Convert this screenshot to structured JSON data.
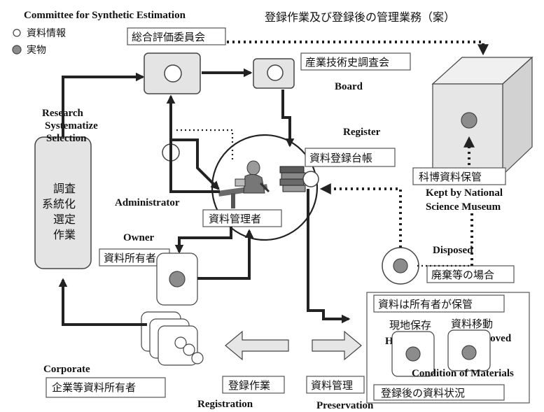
{
  "title": "登録作業及び登録後の管理業務（案）",
  "legend": {
    "header": "Committee for Synthetic Estimation",
    "info_label": "資料情報",
    "object_label": "実物"
  },
  "committee": {
    "jp": "総合評価委員会"
  },
  "board": {
    "jp": "産業技術史調査会",
    "en": "Board"
  },
  "research": {
    "en_lines": [
      "Research",
      "Systematize",
      "Selection"
    ],
    "jp_lines": [
      "調査",
      "系統化",
      "選定",
      "作業"
    ]
  },
  "register": {
    "en": "Register",
    "jp": "資料登録台帳"
  },
  "administrator": {
    "en": "Administrator",
    "jp": "資料管理者"
  },
  "owner": {
    "en": "Owner",
    "jp": "資料所有者"
  },
  "museum": {
    "jp": "科博資料保管",
    "en_lines": [
      "Kept by National",
      "Science Museum"
    ]
  },
  "disposed": {
    "en": "Disposed",
    "jp": "廃棄等の場合"
  },
  "condition": {
    "header_jp": "資料は所有者が保管",
    "hold_jp": "現地保存",
    "hold_en": "Hold",
    "moved_jp": "資料移動",
    "moved_en": "Moved",
    "en": "Condition of Materials",
    "footer_jp": "登録後の資料状況"
  },
  "corporate": {
    "en": "Corporate",
    "jp": "企業等資料所有者"
  },
  "registration": {
    "jp": "登録作業",
    "en": "Registration"
  },
  "preservation": {
    "jp": "資料管理",
    "en": "Preservation"
  },
  "colors": {
    "object_fill": "#8c8c8c",
    "box_fill": "#e4e4e4"
  }
}
